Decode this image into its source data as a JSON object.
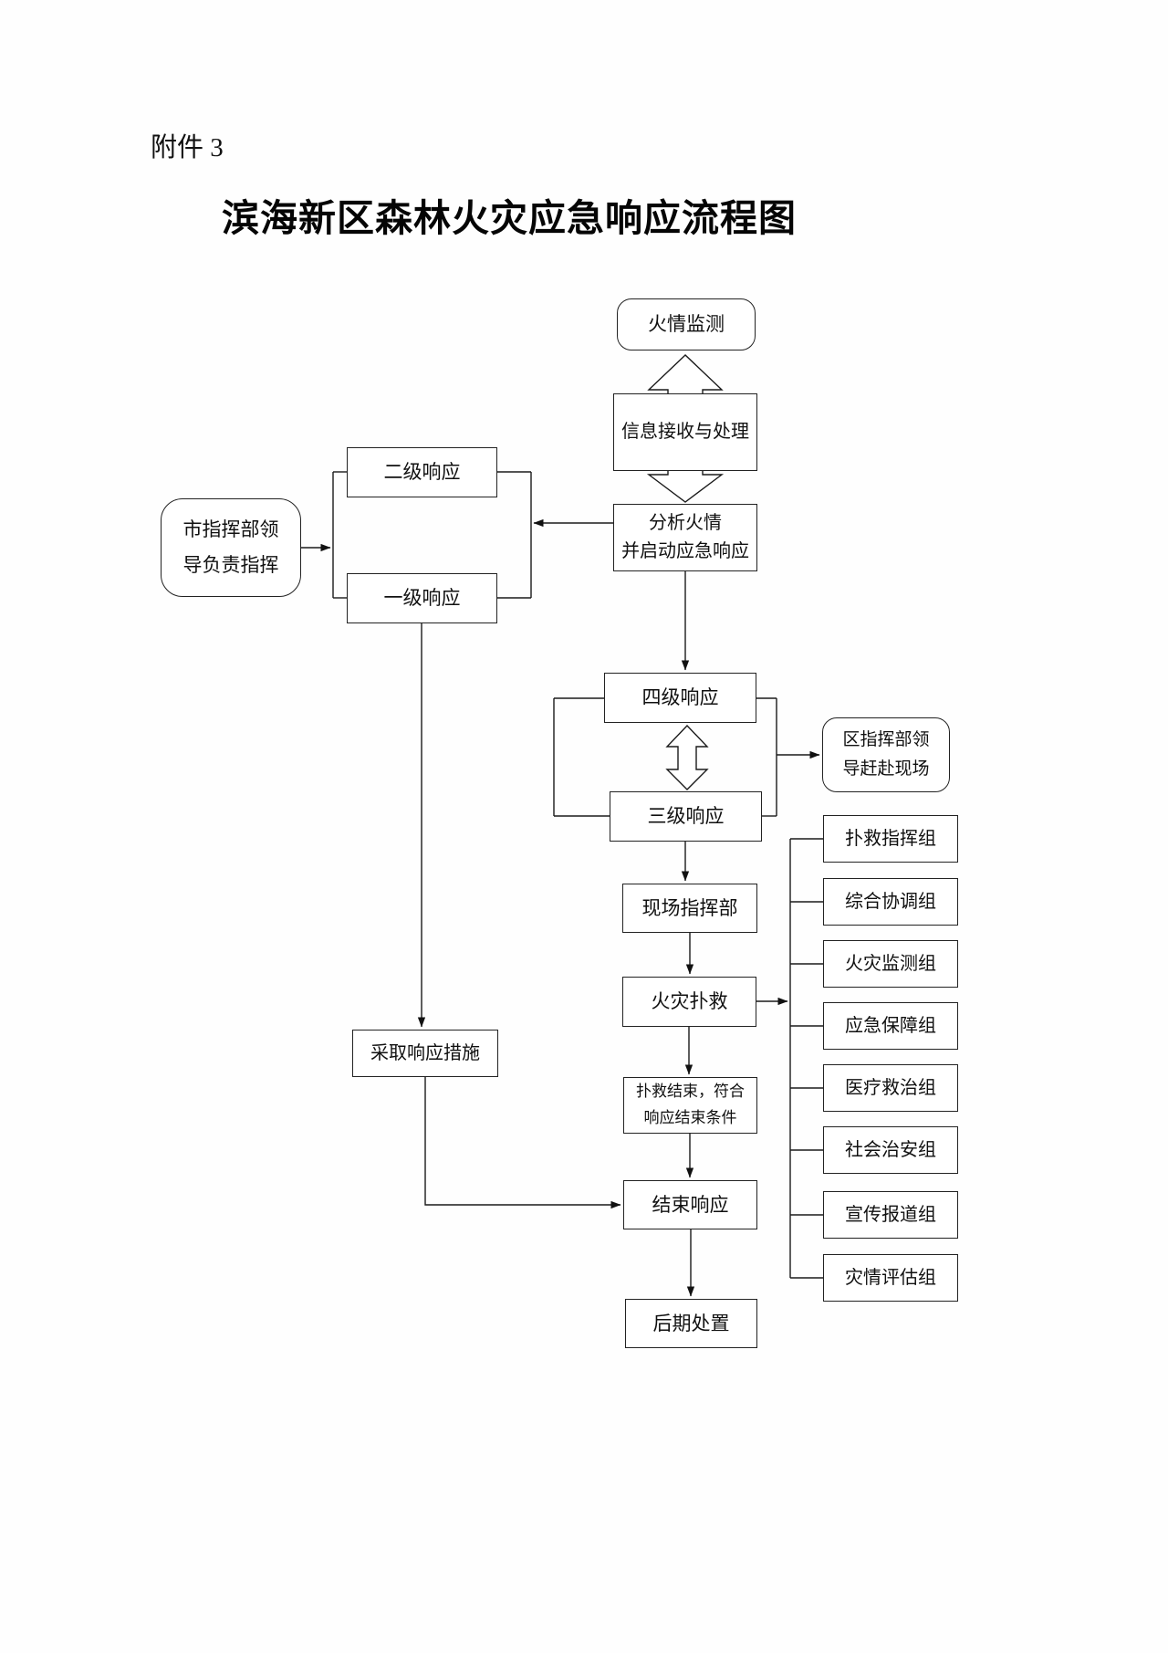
{
  "page": {
    "attachment_label": "附件 3",
    "title": "滨海新区森林火灾应急响应流程图"
  },
  "nodes": {
    "fire_monitoring": "火情监测",
    "info_processing": "信息接收与处理",
    "analyze_fire": {
      "line1": "分析火情",
      "line2": "并启动应急响应"
    },
    "level2_response": "二级响应",
    "level1_response": "一级响应",
    "city_hq": {
      "line1": "市指挥部领",
      "line2": "导负责指挥"
    },
    "level4_response": "四级响应",
    "level3_response": "三级响应",
    "district_hq": {
      "line1": "区指挥部领",
      "line2": "导赶赴现场"
    },
    "onsite_hq": "现场指挥部",
    "fire_fighting": "火灾扑救",
    "response_measures": "采取响应措施",
    "end_condition": {
      "line1": "扑救结束，符合",
      "line2": "响应结束条件"
    },
    "end_response": "结束响应",
    "post_disposal": "后期处置"
  },
  "groups": [
    "扑救指挥组",
    "综合协调组",
    "火灾监测组",
    "应急保障组",
    "医疗救治组",
    "社会治安组",
    "宣传报道组",
    "灾情评估组"
  ]
}
